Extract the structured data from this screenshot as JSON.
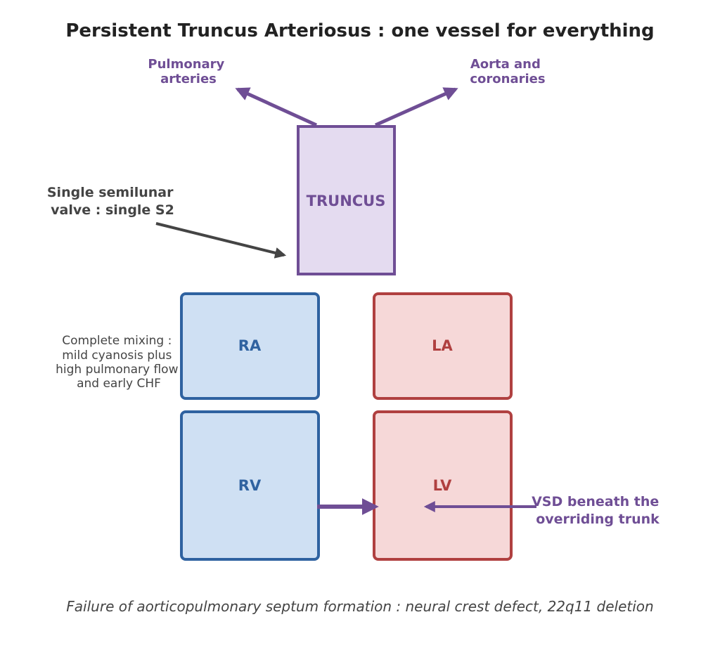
{
  "title": "Persistent Truncus Arteriosus : one vessel for everything",
  "colors": {
    "purple": "#6f4e95",
    "purple_fill": "#e4dbf0",
    "blue": "#2f62a0",
    "blue_fill": "#cfe0f3",
    "red": "#b04040",
    "red_fill": "#f6d8d8",
    "dark": "#444444"
  },
  "vessels": {
    "pulmonary": [
      "Pulmonary",
      "arteries"
    ],
    "aorta": [
      "Aorta and",
      "coronaries"
    ]
  },
  "truncus": {
    "label": "TRUNCUS"
  },
  "chambers": {
    "ra": "RA",
    "la": "LA",
    "rv": "RV",
    "lv": "LV"
  },
  "notes": {
    "valve": [
      "Single semilunar",
      "valve : single S2"
    ],
    "mixing": [
      "Complete mixing :",
      "mild cyanosis plus",
      "high pulmonary flow",
      "and early CHF"
    ],
    "vsd": [
      "VSD beneath the",
      "overriding trunk"
    ]
  },
  "footer": "Failure of aorticopulmonary septum formation : neural crest defect, 22q11 deletion"
}
